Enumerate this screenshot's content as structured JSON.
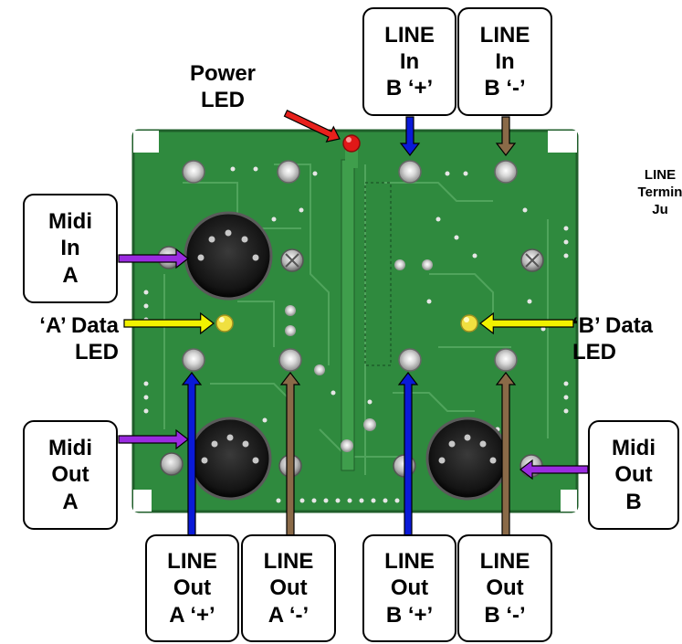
{
  "labels": {
    "power_led": [
      "Power",
      "LED"
    ],
    "a_data_led": [
      "‘A’ Data",
      "LED"
    ],
    "b_data_led": [
      "‘B’ Data",
      "LED"
    ],
    "midi_in_a": [
      "Midi",
      "In",
      "A"
    ],
    "midi_out_a": [
      "Midi",
      "Out",
      "A"
    ],
    "midi_out_b": [
      "Midi",
      "Out",
      "B"
    ],
    "line_in_b_plus": [
      "LINE",
      "In",
      "B ‘+’"
    ],
    "line_in_b_minus": [
      "LINE",
      "In",
      "B ‘-’"
    ],
    "line_out_a_plus": [
      "LINE",
      "Out",
      "A ‘+’"
    ],
    "line_out_a_minus": [
      "LINE",
      "Out",
      "A ‘-’"
    ],
    "line_out_b_plus": [
      "LINE",
      "Out",
      "B ‘+’"
    ],
    "line_out_b_minus": [
      "LINE",
      "Out",
      "B ‘-’"
    ],
    "line_termination": [
      "LINE",
      "Termin",
      "Ju"
    ]
  },
  "colors": {
    "board": "#2f8a3e",
    "board_edge": "#1f5e2a",
    "arrow_power": "#e8201c",
    "arrow_midi": "#9a2be0",
    "arrow_data": "#f2f200",
    "arrow_plus": "#0a1ad8",
    "arrow_minus": "#8a6a48",
    "led_power": "#e01818",
    "led_data": "#f0e040"
  }
}
